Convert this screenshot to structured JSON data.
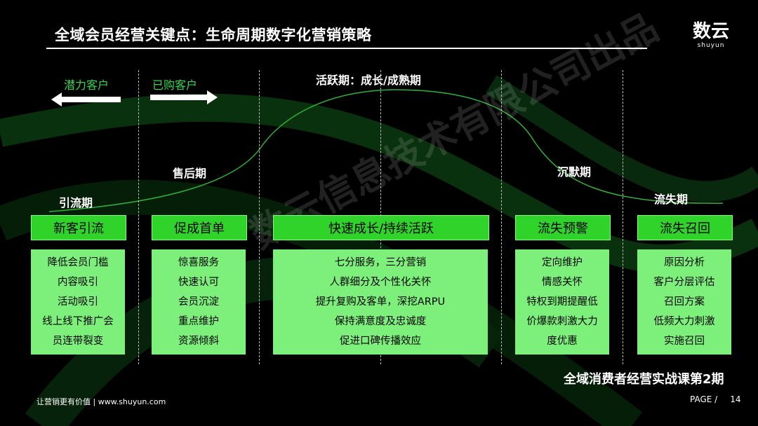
{
  "header": {
    "title": "全域会员经营关键点：生命周期数字化营销策略",
    "logo_main": "数云",
    "logo_sub": "shuyun"
  },
  "arrows": {
    "left_label": "潜力客户",
    "right_label": "已购客户"
  },
  "phases": {
    "active": "活跃期：成长/成熟期",
    "aftersale": "售后期",
    "dormant": "沉默期",
    "acquisition": "引流期",
    "churn": "流失期"
  },
  "columns": [
    {
      "head": "新客引流",
      "items": [
        "降低会员门槛",
        "内容吸引",
        "活动吸引",
        "线上线下推广会",
        "员连带裂变"
      ]
    },
    {
      "head": "促成首单",
      "items": [
        "惊喜服务",
        "快速认可",
        "会员沉淀",
        "重点维护",
        "资源倾斜"
      ]
    },
    {
      "head": "快速成长/持续活跃",
      "items": [
        "七分服务，三分营销",
        "人群细分及个性化关怀",
        "提升复购及客单，深挖ARPU",
        "保持满意度及忠诚度",
        "促进口碑传播效应"
      ]
    },
    {
      "head": "流失预警",
      "items": [
        "定向维护",
        "情感关怀",
        "特权到期提醒低",
        "价爆款刺激大力",
        "度优惠"
      ]
    },
    {
      "head": "流失召回",
      "items": [
        "原因分析",
        "客户分层评估",
        "召回方案",
        "低频大力刺激",
        "实施召回"
      ]
    }
  ],
  "watermark": "数云信息技术有限公司出品",
  "course": "全域消费者经营实战课第2期",
  "footer": "让营销更有价值  |  www.shuyun.com",
  "page": {
    "label": "PAGE /",
    "number": "14"
  },
  "colors": {
    "accent": "#30d32a",
    "detail_bg": "#7cf07a",
    "label_green": "#39d353",
    "background": "#000000"
  }
}
